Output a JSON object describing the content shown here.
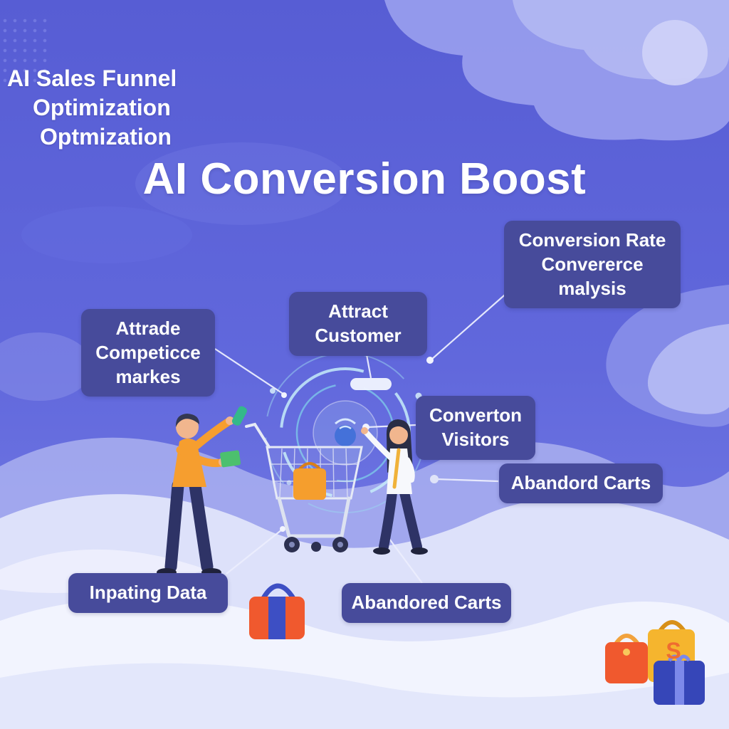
{
  "poster": {
    "header_lines": [
      "AI Sales Funnel",
      "Optimization",
      "Optmization"
    ],
    "main_title": "AI Conversion Boost"
  },
  "labels": {
    "conversion_rate": "Conversion Rate\nConvererce\nmalysis",
    "attract_customer": "Attract\nCustomer",
    "attrade_competicce": "Attrade\nCompeticce\nmarkes",
    "converton_visitors": "Converton\nVisitors",
    "abandord_carts": "Abandord Carts",
    "inpating_data": "Inpating Data",
    "abandored_carts": "Abandored Carts"
  },
  "bag_monogram": "S",
  "colors": {
    "background_top": "#575dd4",
    "background_bottom": "#7b82e8",
    "label_box": "#474b9b",
    "title_text": "#ffffff",
    "accent_orange": "#f59e2d",
    "accent_green": "#4cc06e",
    "accent_cyan": "#8fd0ee",
    "bag_orange": "#f0592e",
    "bag_blue": "#3d4fc4",
    "bag_yellow": "#f5b52e"
  },
  "illustration": {
    "elements": [
      "ai-circle-graphic",
      "shopping-cart",
      "man-figure",
      "woman-figure",
      "striped-shopping-bag",
      "orange-bag",
      "yellow-bag",
      "blue-gift-box"
    ]
  }
}
